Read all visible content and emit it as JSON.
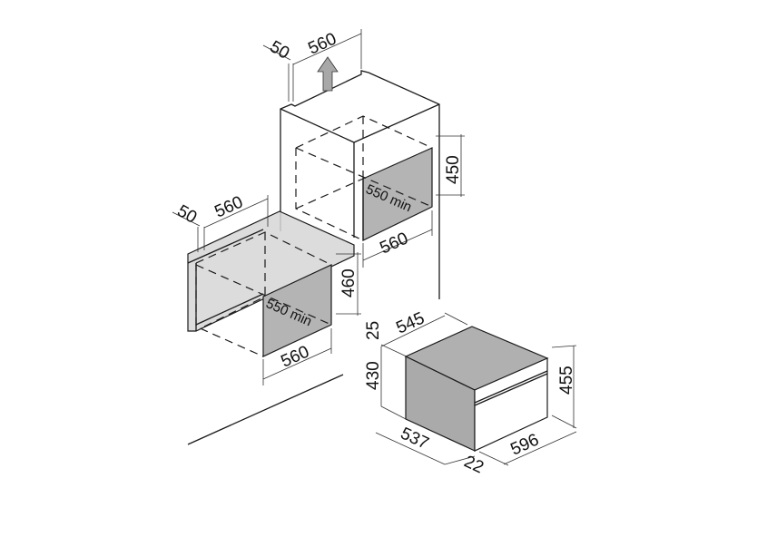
{
  "colors": {
    "panel": "#b4b4b4",
    "slab": "#d6d6d6",
    "lines": "#1a1a1a",
    "arrow": "#a8a8a8"
  },
  "upper_niche": {
    "depth_gap": "50",
    "width_top": "560",
    "height": "450",
    "depth_min": "550 min",
    "width_bottom": "560"
  },
  "lower_niche": {
    "depth_gap": "50",
    "width_top": "560",
    "height": "460",
    "depth_min": "550 min",
    "width_bottom": "560"
  },
  "appliance": {
    "top_depth": "545",
    "top_gap": "25",
    "body_height": "430",
    "front_height": "455",
    "body_depth": "537",
    "front_width": "596",
    "front_thickness": "22"
  },
  "icons": {
    "airflow": "up-arrow-icon"
  }
}
